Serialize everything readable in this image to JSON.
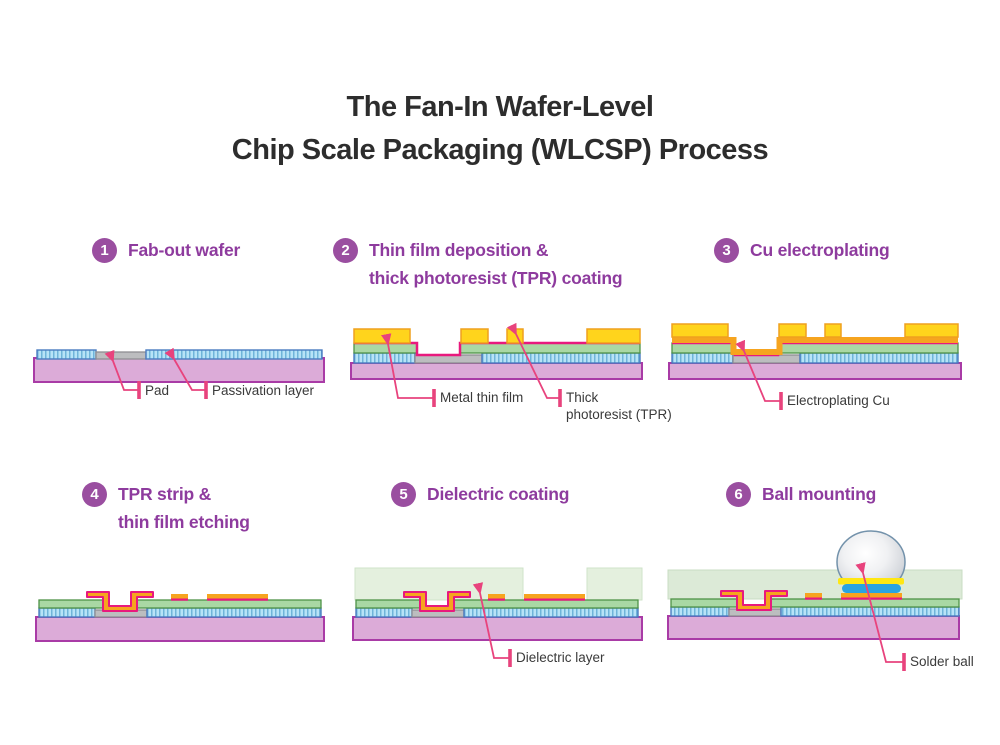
{
  "title": {
    "line1": "The Fan-In Wafer-Level",
    "line2": "Chip Scale Packaging (WLCSP) Process"
  },
  "steps": [
    {
      "number": "1",
      "label": "Fab-out wafer"
    },
    {
      "number": "2",
      "label": "Thin film deposition &\nthick photoresist (TPR) coating"
    },
    {
      "number": "3",
      "label": "Cu electroplating"
    },
    {
      "number": "4",
      "label": "TPR strip &\nthin film etching"
    },
    {
      "number": "5",
      "label": "Dielectric coating"
    },
    {
      "number": "6",
      "label": "Ball mounting"
    }
  ],
  "annotations": {
    "pad": "Pad",
    "passivation": "Passivation layer",
    "metal_thin_film": "Metal thin film",
    "tpr_line1": "Thick",
    "tpr_line2": "photoresist (TPR)",
    "electroplating": "Electroplating Cu",
    "dielectric": "Dielectric layer",
    "solder_ball": "Solder ball"
  },
  "colors": {
    "title_text": "#2d2d2d",
    "accent_purple": "#8e3b9e",
    "badge_purple": "#9a4ea0",
    "leader_pink": "#e8437d",
    "substrate": "#dcabd8",
    "substrate_border": "#a93ba6",
    "passivation_blue": "#b7e3f7",
    "pad_gray": "#bcbdbf",
    "green_layer": "#a9d8a4",
    "metal_film_magenta": "#e8197d",
    "tpr_yellow": "#ffd41c",
    "cu_orange": "#f6a41f",
    "dielectric_green": "#e4f0de",
    "ubm_blue": "#2aa3e1",
    "ubm_yellow": "#ffe712",
    "solder_ball_gray": "#d5d8dd"
  }
}
